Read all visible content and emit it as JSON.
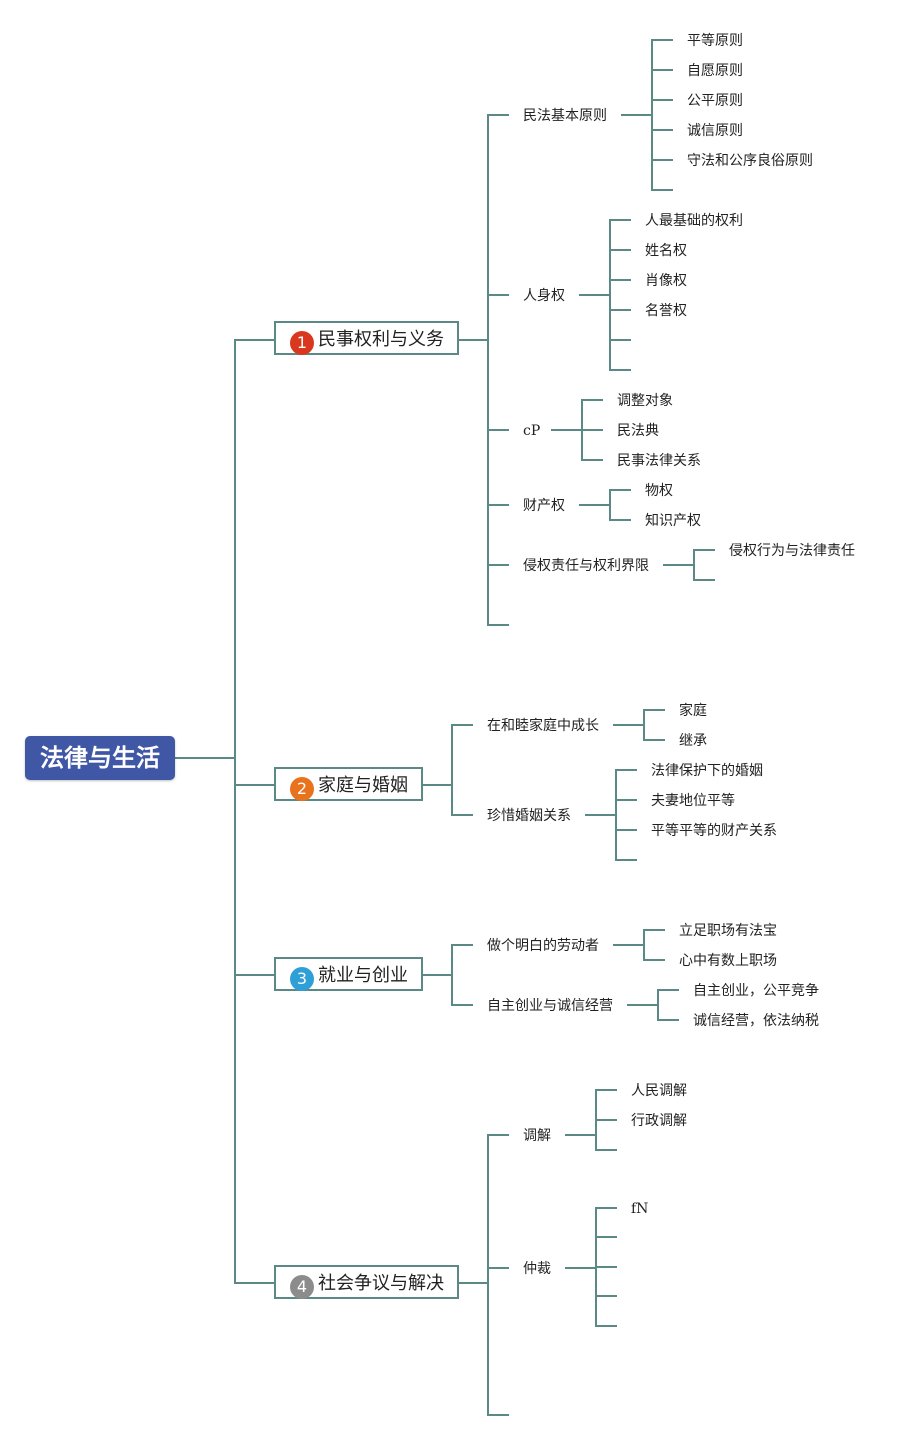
{
  "root": {
    "label": "法律与生活",
    "color": "#3f57a5"
  },
  "line_color": "#5b8a86",
  "branches": [
    {
      "number": "1",
      "badge_color": "#d9381e",
      "label": "民事权利与义务",
      "children": [
        {
          "label": "民法基本原则",
          "children": [
            "平等原则",
            "自愿原则",
            "公平原则",
            "诚信原则",
            "守法和公序良俗原则",
            ""
          ]
        },
        {
          "label": "人身权",
          "children": [
            "人最基础的权利",
            "姓名权",
            "肖像权",
            "名誉权",
            "",
            ""
          ]
        },
        {
          "label": "cP",
          "children": [
            "调整对象",
            "民法典",
            "民事法律关系"
          ]
        },
        {
          "label": "财产权",
          "children": [
            "物权",
            "知识产权"
          ]
        },
        {
          "label": "侵权责任与权利界限",
          "children": [
            "侵权行为与法律责任",
            ""
          ]
        },
        {
          "label": "",
          "children": []
        }
      ]
    },
    {
      "number": "2",
      "badge_color": "#e8731c",
      "label": "家庭与婚姻",
      "children": [
        {
          "label": "在和睦家庭中成长",
          "children": [
            "家庭",
            "继承"
          ]
        },
        {
          "label": "珍惜婚姻关系",
          "children": [
            "法律保护下的婚姻",
            "夫妻地位平等",
            "平等平等的财产关系",
            ""
          ]
        }
      ]
    },
    {
      "number": "3",
      "badge_color": "#2f9fd8",
      "label": "就业与创业",
      "children": [
        {
          "label": "做个明白的劳动者",
          "children": [
            "立足职场有法宝",
            "心中有数上职场"
          ]
        },
        {
          "label": "自主创业与诚信经营",
          "children": [
            "自主创业，公平竞争",
            "诚信经营，依法纳税"
          ]
        }
      ]
    },
    {
      "number": "4",
      "badge_color": "#8c8c8c",
      "label": "社会争议与解决",
      "children": [
        {
          "label": "调解",
          "children": [
            "人民调解",
            "行政调解",
            ""
          ]
        },
        {
          "label": "仲裁",
          "children": [
            "fN",
            "",
            "",
            "",
            ""
          ]
        },
        {
          "label": "",
          "children": []
        }
      ]
    }
  ]
}
